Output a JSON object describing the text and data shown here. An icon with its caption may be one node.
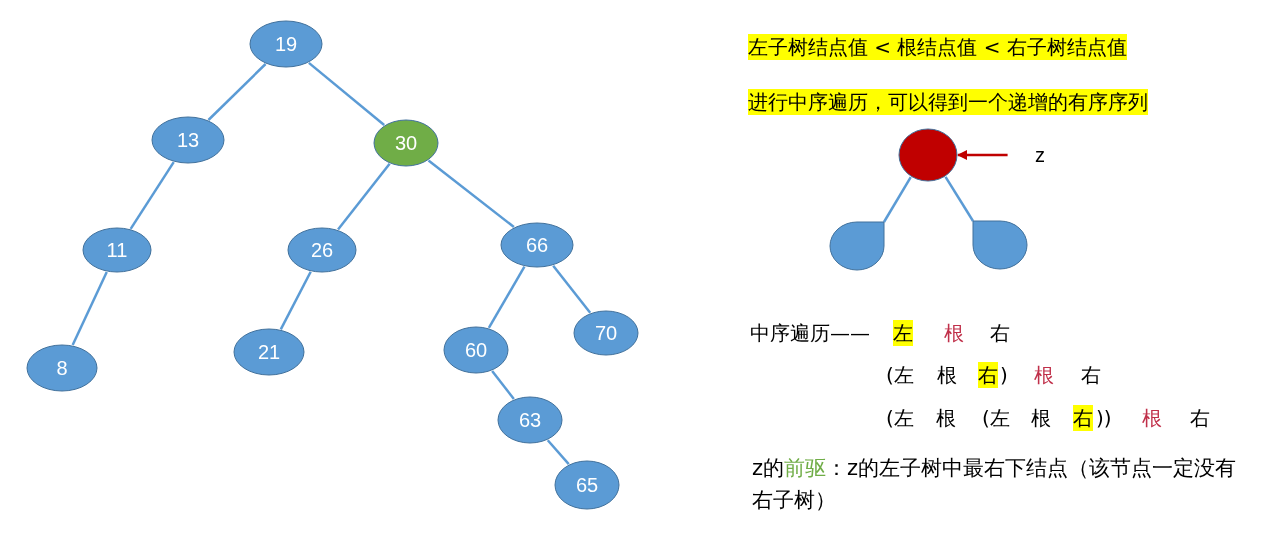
{
  "diagram": {
    "nodes": [
      {
        "text": [
          "19"
        ]
      },
      {
        "text": [
          "13"
        ]
      },
      {
        "text": [
          "30"
        ]
      },
      {
        "text": [
          "11"
        ]
      },
      {
        "text": [
          "26"
        ]
      },
      {
        "text": [
          "66"
        ]
      },
      {
        "text": [
          "8"
        ]
      },
      {
        "text": [
          "21"
        ]
      },
      {
        "text": [
          "60"
        ]
      },
      {
        "text": [
          "70"
        ]
      },
      {
        "text": [
          "63"
        ]
      },
      {
        "text": [
          "65"
        ]
      },
      {
        "text": [],
        "shape": "circle"
      },
      {
        "text": [],
        "shape": "drop"
      },
      {
        "text": [],
        "shape": "drop"
      },
      {
        "text": [
          "z"
        ]
      }
    ],
    "edges": [
      {
        "from": 0,
        "to": 1,
        "arrow": "none"
      },
      {
        "from": 0,
        "to": 2,
        "arrow": "none"
      },
      {
        "from": 1,
        "to": 3,
        "arrow": "none"
      },
      {
        "from": 2,
        "to": 4,
        "arrow": "none"
      },
      {
        "from": 2,
        "to": 5,
        "arrow": "none"
      },
      {
        "from": 3,
        "to": 6,
        "arrow": "none"
      },
      {
        "from": 4,
        "to": 7,
        "arrow": "none"
      },
      {
        "from": 5,
        "to": 8,
        "arrow": "none"
      },
      {
        "from": 5,
        "to": 9,
        "arrow": "none"
      },
      {
        "from": 8,
        "to": 10,
        "arrow": "none"
      },
      {
        "from": 10,
        "to": 11,
        "arrow": "none"
      },
      {
        "from": 12,
        "to": 13,
        "arrow": "none"
      },
      {
        "from": 12,
        "to": 14,
        "arrow": "none"
      },
      {
        "from": 15,
        "to": 12,
        "arrow": "to",
        "color": "#c00000"
      }
    ],
    "labels": [
      "左子树结点值 < 根结点值 < 右子树结点值",
      "进行中序遍历，可以得到一个递增的有序序列",
      "中序遍历——",
      "左",
      "根",
      "右",
      "(左",
      "根",
      "右",
      ")",
      "根",
      "右",
      "(左",
      "根",
      "(左",
      "根",
      "右",
      "))",
      "根",
      "右",
      "z的**前驱**：z的左子树中最右下结点（该节点一定没有右子树）"
    ]
  }
}
